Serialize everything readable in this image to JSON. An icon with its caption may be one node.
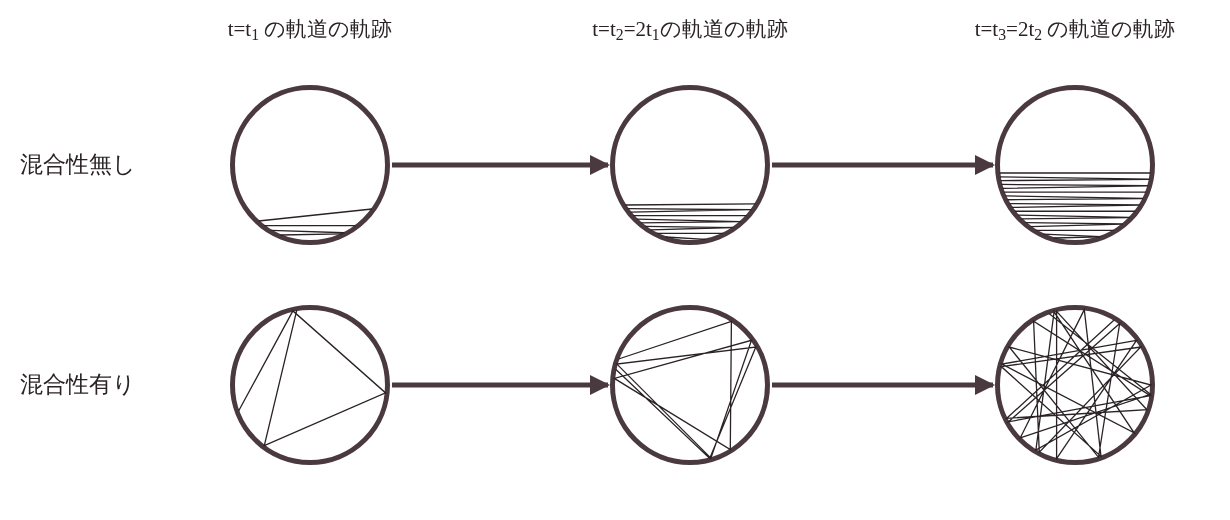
{
  "diagram": {
    "nodes": [
      {
        "text": [],
        "shape": "circle"
      },
      {
        "text": [],
        "shape": "circle"
      },
      {
        "text": [],
        "shape": "circle"
      },
      {
        "text": [],
        "shape": "circle"
      },
      {
        "text": [],
        "shape": "circle"
      },
      {
        "text": [],
        "shape": "circle"
      }
    ],
    "edges": [
      {
        "from": 0,
        "to": 1,
        "arrow": "to"
      },
      {
        "from": 1,
        "to": 2,
        "arrow": "to"
      },
      {
        "from": 3,
        "to": 4,
        "arrow": "to"
      },
      {
        "from": 4,
        "to": 5,
        "arrow": "to"
      }
    ],
    "labels": [
      "t=t$_{1}$ の軌道の軌跡",
      "t=t$_{2}$=2t$_{1}$の軌道の軌跡",
      "t=t$_{3}$=2t$_{2}$ の軌道の軌跡",
      "混合性無し",
      "混合性有り"
    ]
  }
}
